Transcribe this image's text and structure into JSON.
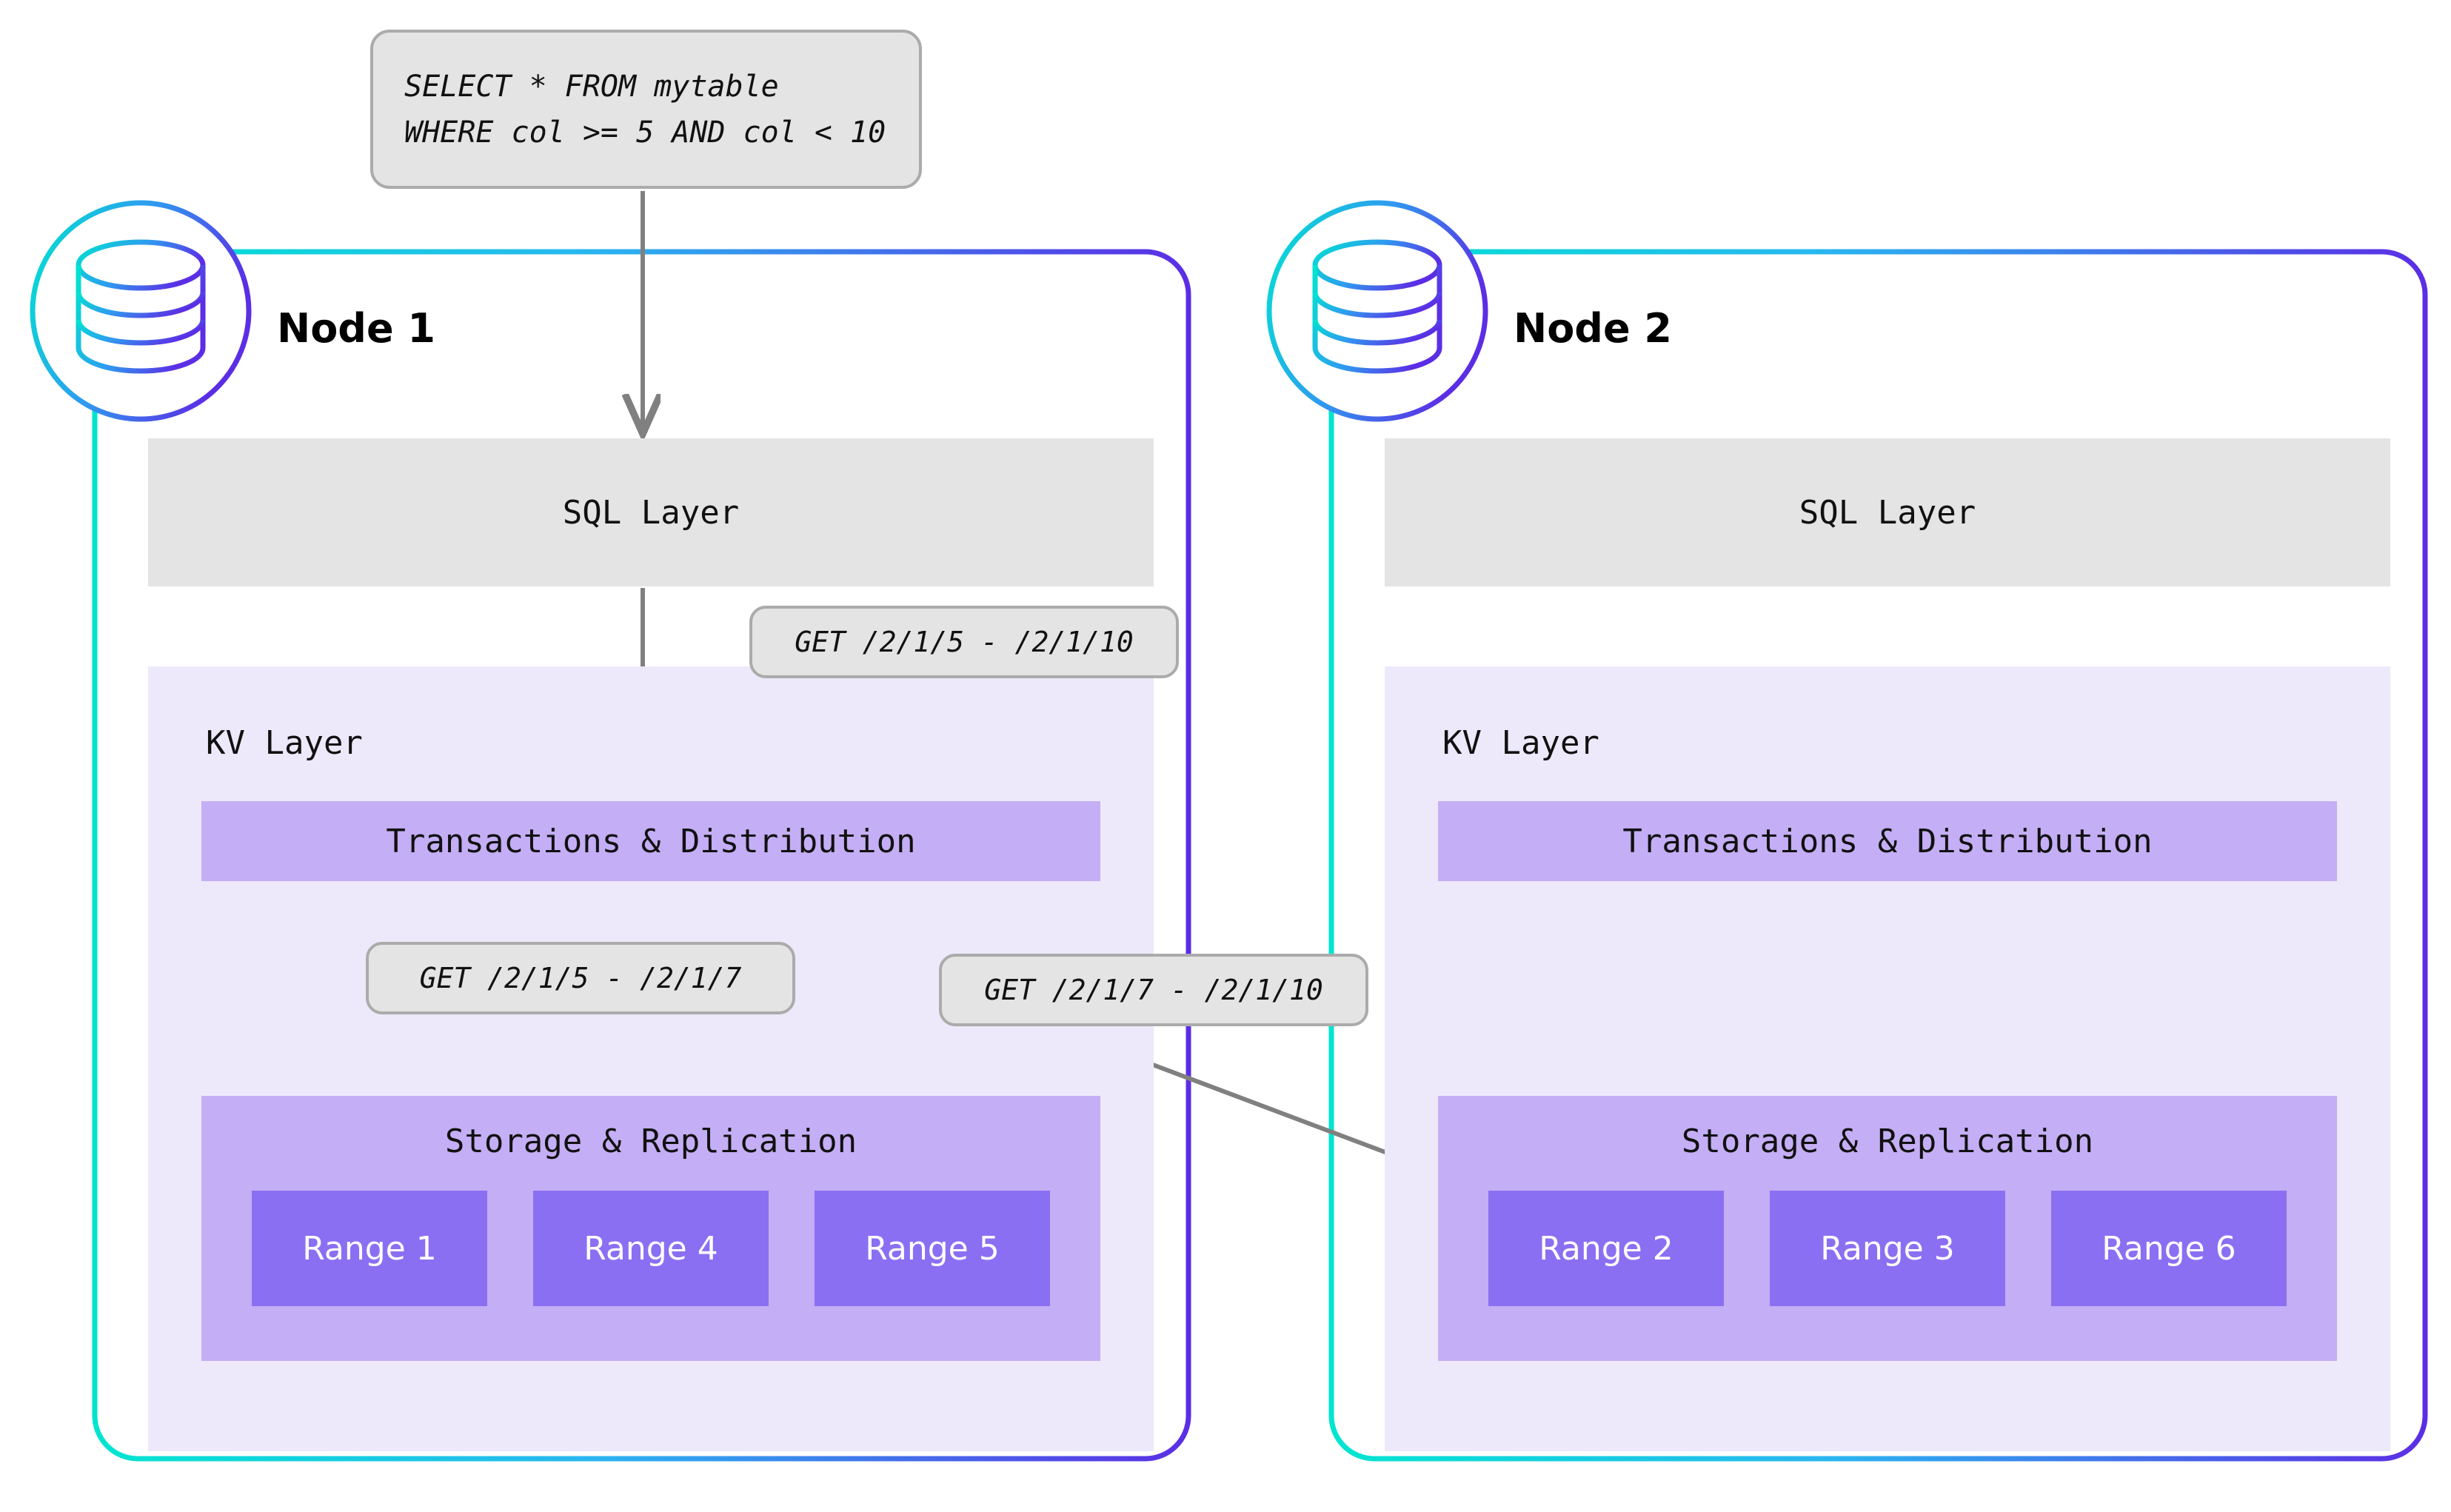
{
  "diagram": {
    "title": "CockroachDB distributed query execution across two nodes",
    "query_box": {
      "icon": "sql-query-icon",
      "lines": [
        "SELECT * FROM mytable",
        "WHERE col >= 5 AND col < 10"
      ]
    },
    "colors": {
      "node_border_start": "#00E5D0",
      "node_border_end": "#5B2EE5",
      "sql_layer_fill": "#E4E4E4",
      "kv_panel_fill": "#EDE9FB",
      "layer_box_fill": "#C4AEF5",
      "range_fill": "#8B6FF2",
      "bubble_fill": "#E4E4E4",
      "bubble_border": "#ABABAB",
      "arrow_stroke": "#808080",
      "range_text": "#FFFFFF",
      "text": "#111111"
    },
    "nodes": [
      {
        "id": "node-1",
        "title": "Node 1",
        "db_icon": "database-cylinder-icon",
        "sql_layer": {
          "label": "SQL Layer"
        },
        "kv_layer": {
          "label": "KV Layer",
          "transactions": {
            "label": "Transactions & Distribution"
          },
          "storage": {
            "label": "Storage & Replication",
            "ranges": [
              {
                "label": "Range 1"
              },
              {
                "label": "Range 4"
              },
              {
                "label": "Range 5"
              }
            ]
          }
        }
      },
      {
        "id": "node-2",
        "title": "Node 2",
        "db_icon": "database-cylinder-icon",
        "sql_layer": {
          "label": "SQL Layer"
        },
        "kv_layer": {
          "label": "KV Layer",
          "transactions": {
            "label": "Transactions & Distribution"
          },
          "storage": {
            "label": "Storage & Replication",
            "ranges": [
              {
                "label": "Range 2"
              },
              {
                "label": "Range 3"
              },
              {
                "label": "Range 6"
              }
            ]
          }
        }
      }
    ],
    "callouts": [
      {
        "id": "get-sql-to-kv",
        "label": "GET /2/1/5 - /2/1/10",
        "from": "node-1 SQL Layer",
        "to": "node-1 Transactions & Distribution"
      },
      {
        "id": "get-local-range",
        "label": "GET /2/1/5 - /2/1/7",
        "from": "node-1 Transactions & Distribution",
        "to": "node-1 Range 5"
      },
      {
        "id": "get-remote-range",
        "label": "GET /2/1/7 - /2/1/10",
        "from": "node-1 Transactions & Distribution",
        "to": "node-2 Range 2"
      }
    ],
    "arrows": [
      {
        "id": "query-to-sql",
        "from": "query_box",
        "to": "node-1 SQL Layer",
        "direction": "down"
      },
      {
        "id": "sql-to-txn",
        "from": "node-1 SQL Layer",
        "to": "node-1 Transactions & Distribution",
        "direction": "down"
      },
      {
        "id": "txn-to-range5",
        "from": "node-1 Transactions & Distribution",
        "to": "node-1 Range 5",
        "direction": "down-right"
      },
      {
        "id": "txn-to-range2",
        "from": "node-1 Transactions & Distribution",
        "to": "node-2 Range 2",
        "direction": "down-right"
      }
    ]
  }
}
